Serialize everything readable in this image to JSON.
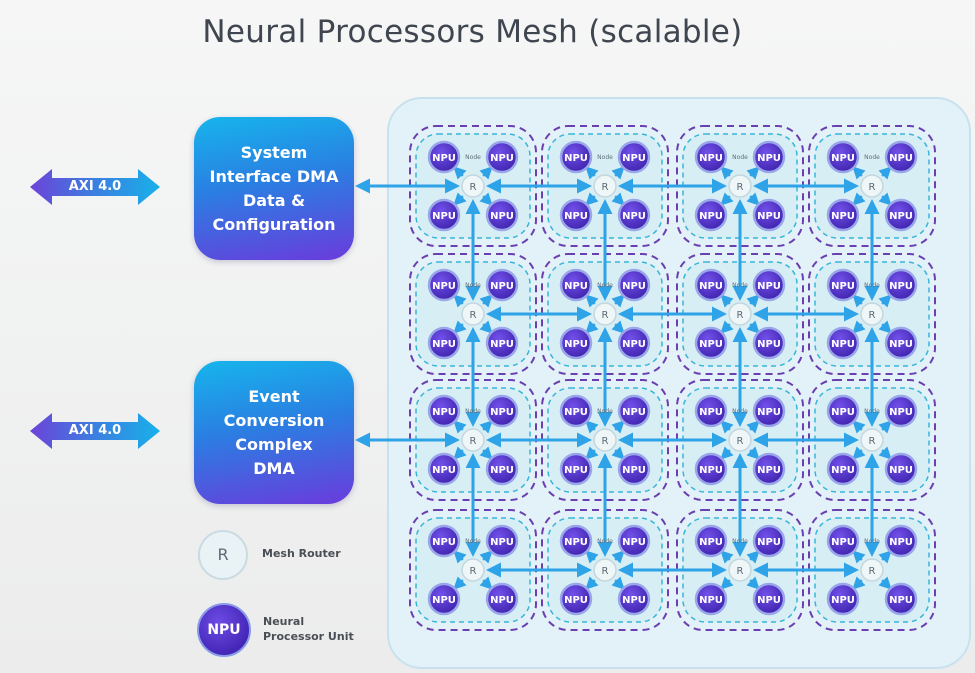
{
  "title": "Neural Processors Mesh (scalable)",
  "axi": [
    {
      "label": "AXI 4.0"
    },
    {
      "label": "AXI 4.0"
    }
  ],
  "boxes": {
    "system": "System\nInterface DMA\nData &\nConfiguration",
    "event": "Event\nConversion\nComplex\nDMA"
  },
  "legend": {
    "router_symbol": "R",
    "router_label": "Mesh Router",
    "npu_symbol": "NPU",
    "npu_label": "Neural\nProcessor Unit"
  },
  "mesh": {
    "rows": 4,
    "cols": 4,
    "npus_per_node": 4,
    "npu_label": "NPU",
    "node_label": "Node",
    "router_label": "R"
  },
  "colors": {
    "box_top": "#16b5ec",
    "box_bottom": "#6a3bdc",
    "arrow_blue": "#2ea3e8",
    "npu": "#4a2cc0",
    "npu_ring": "#9aa6ea",
    "mesh_bg": "#e3f2f8",
    "dashed_purple": "#6a3fb0",
    "dashed_cyan": "#38b6d8"
  }
}
